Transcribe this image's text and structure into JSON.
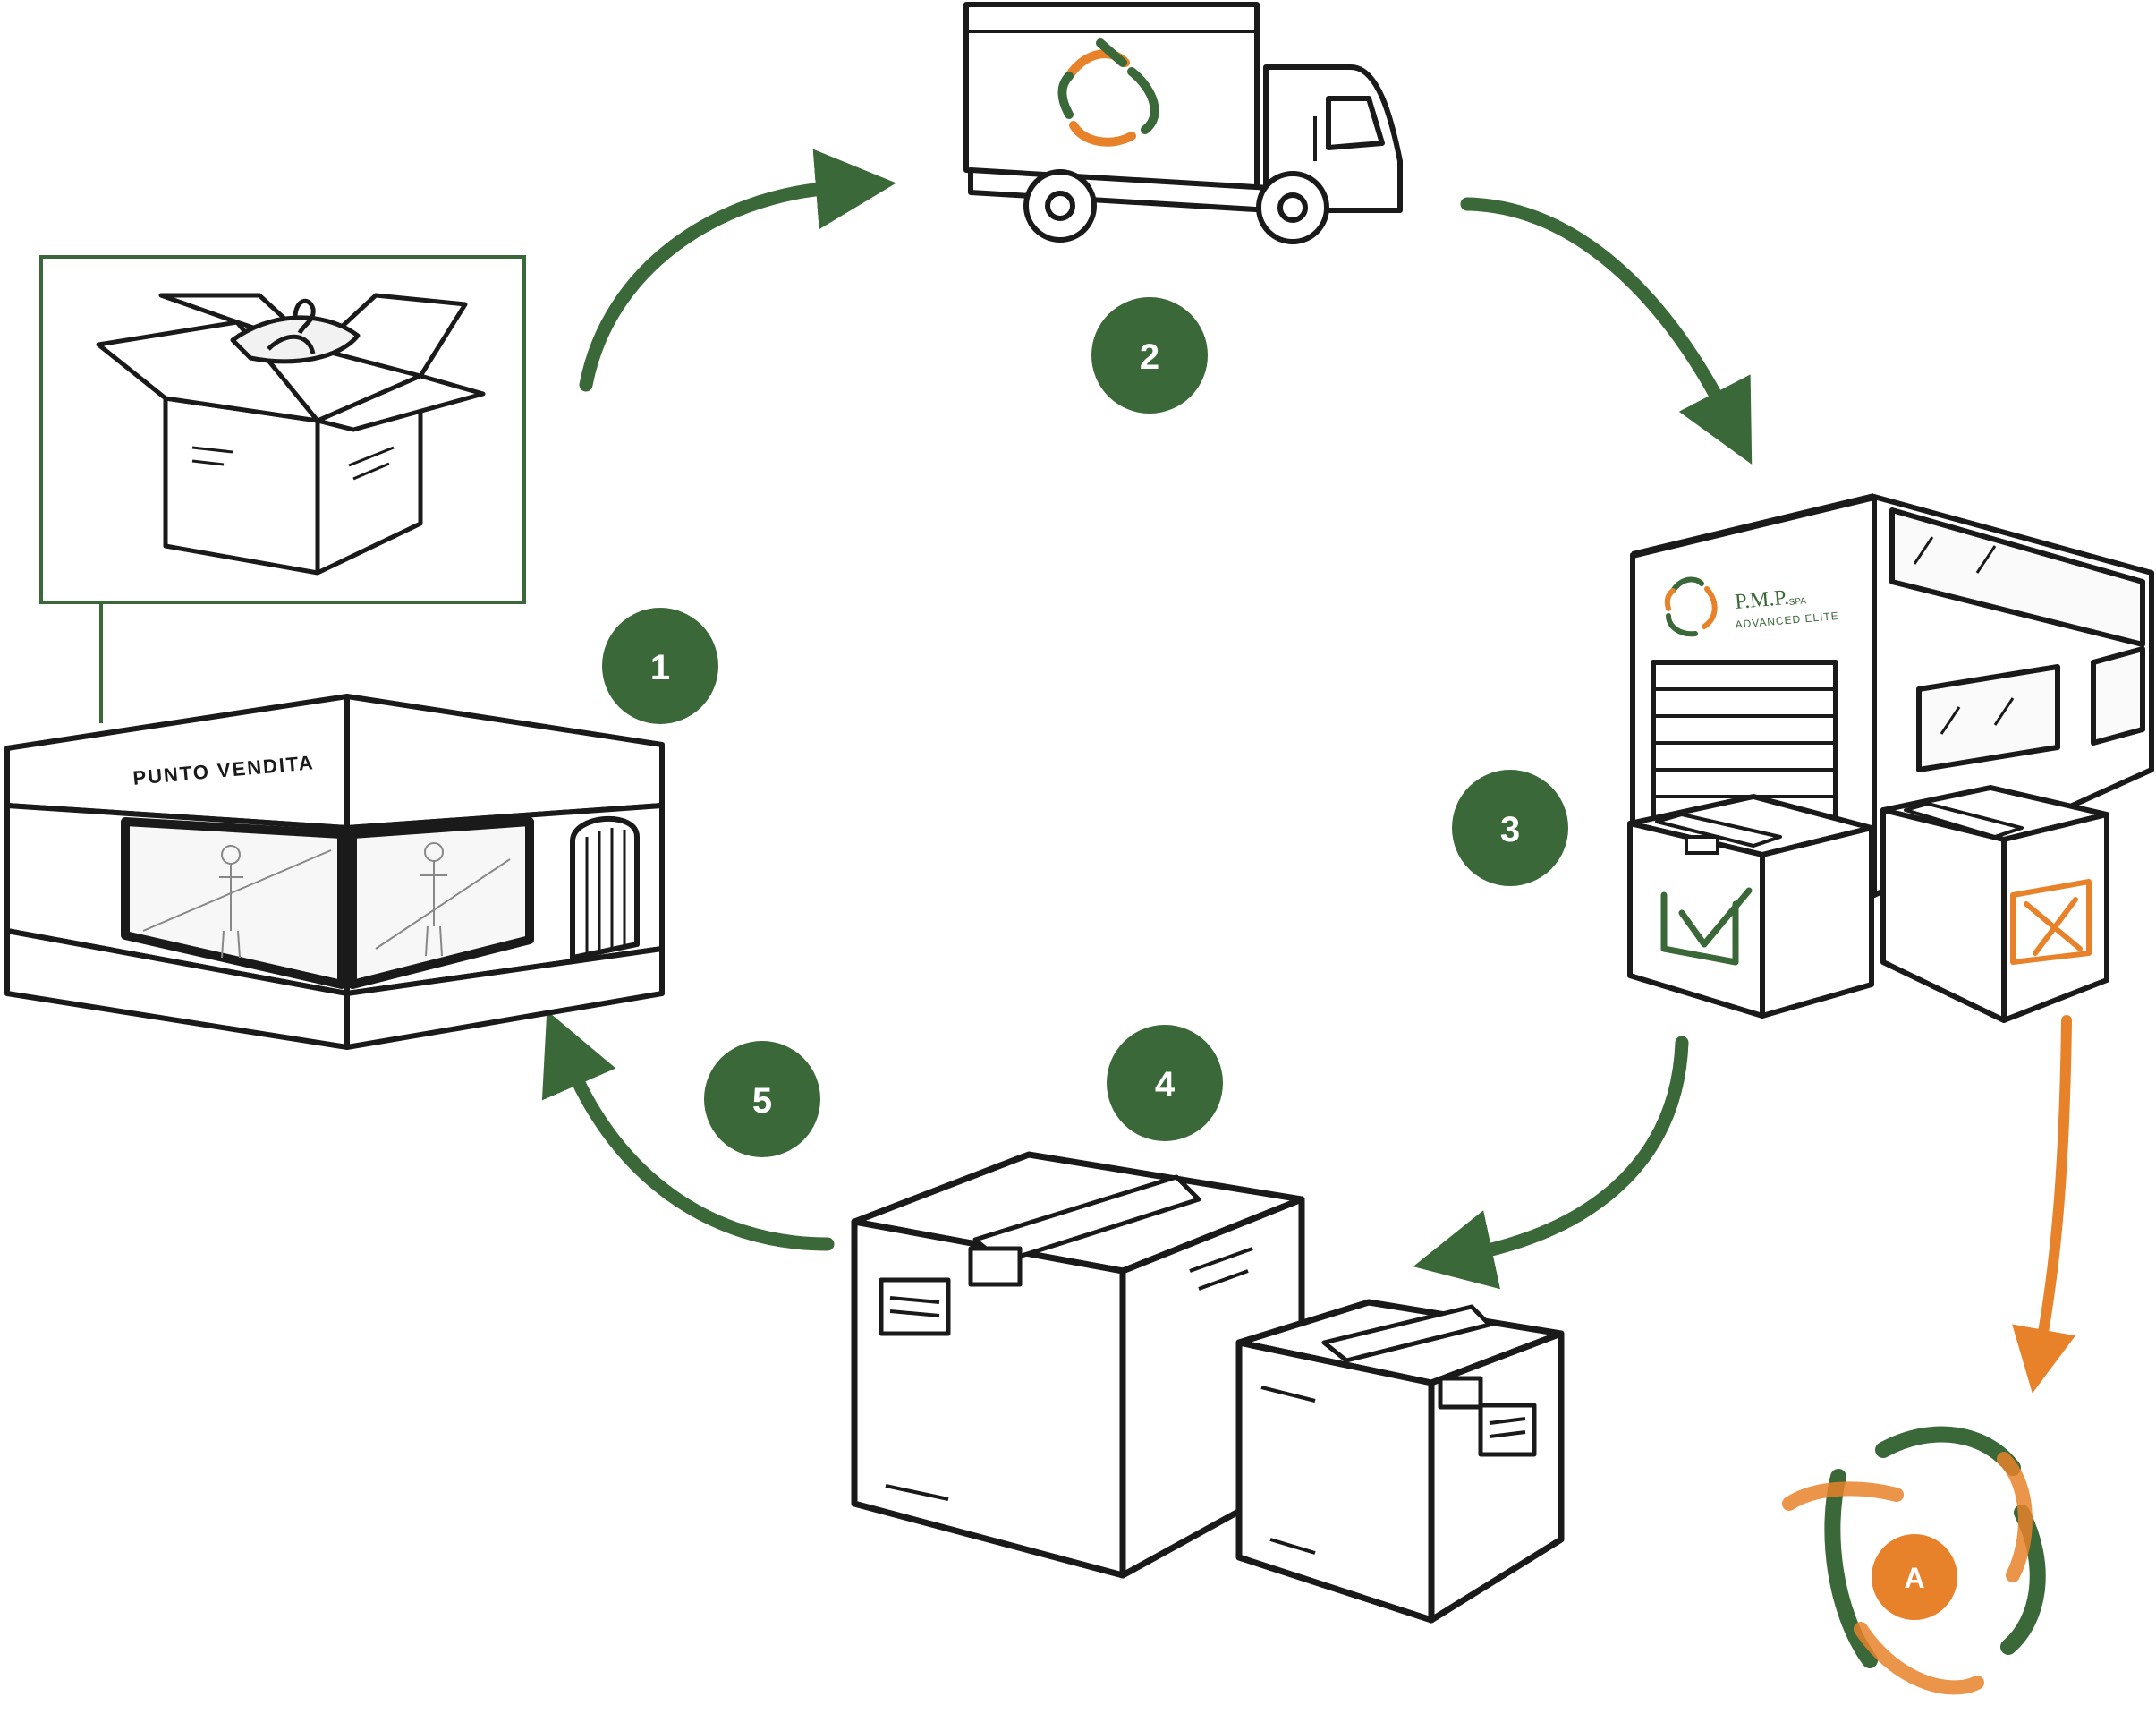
{
  "colors": {
    "green": "#3b6838",
    "orange": "#e8822a",
    "ink": "#1a1a1a",
    "badge_text": "#ffffff"
  },
  "store": {
    "sign": "PUNTO VENDITA"
  },
  "warehouse": {
    "brand": "P.M.P.",
    "brand_suffix": "SPA",
    "tagline": "ADVANCED ELITE"
  },
  "steps": [
    {
      "label": "1"
    },
    {
      "label": "2"
    },
    {
      "label": "3"
    },
    {
      "label": "4"
    },
    {
      "label": "5"
    }
  ],
  "final_logo": {
    "letter": "A"
  },
  "icons": {
    "store": "store-building-icon",
    "open_box": "open-box-with-clothes-icon",
    "truck": "delivery-truck-icon",
    "warehouse": "warehouse-icon",
    "approved_box": "check-box-icon",
    "rejected_box": "x-box-icon",
    "packed_boxes": "sealed-boxes-icon",
    "recycle_logo": "recycle-logo-icon"
  }
}
